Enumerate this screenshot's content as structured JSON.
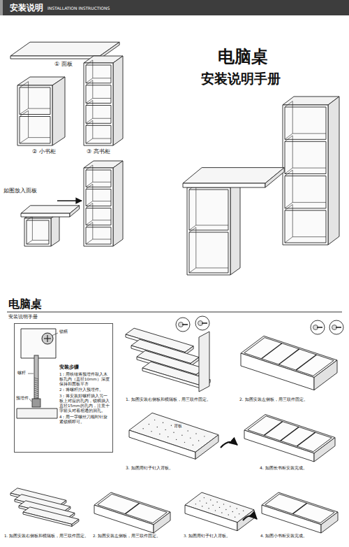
{
  "diagram": {
    "nodes": [
      {
        "text": [
          "安装说明",
          "INSTALLATION INSTRUCTIONS"
        ]
      },
      {
        "text": [
          "安装步骤",
          "1：用铁锤将预埋件敲入木板孔内（直径10mm）深度保持和面板平齐",
          "2：将螺杆拧入预埋件。",
          "3：将安装好螺杆插入另一板上对应的孔内，锁柄插入直径15mm的孔内，注意十字箭头对着相通的洞孔。",
          "4：用一字螺丝刀顺时针旋紧锁柄即可。"
        ]
      }
    ],
    "labels": [
      "① 面板",
      "② 小书柜",
      "③ 高书柜",
      "如图放入面板",
      "电脑桌",
      "安装说明手册",
      "电脑桌",
      "安装说明手册",
      "锁柄",
      "螺杆",
      "预埋件",
      "1. 如图安装右侧板和横隔板，用三联件固定。",
      "2. 如图安装左侧板，用三联件固定。",
      "背板",
      "3. 如图用钉子钉入背板。",
      "4. 如图长书柜安装完成。",
      "1. 如图安装右侧板和横隔板，用三联件固定。",
      "2. 如图安装左侧板，用三联件固定。",
      "3. 如图用钉子钉入背板。",
      "4. 如图小书柜安装完成。"
    ]
  }
}
